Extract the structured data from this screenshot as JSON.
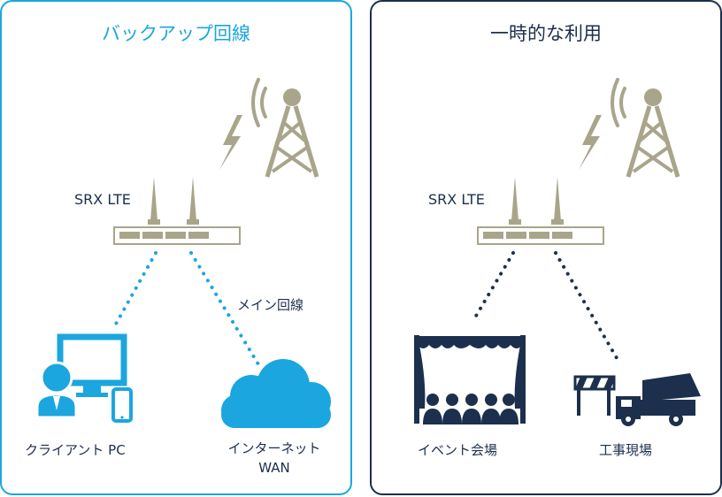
{
  "left_panel": {
    "title": "バックアップ回線",
    "router_label": "SRX LTE",
    "link_label": "メイン回線",
    "client_label": "クライアント PC",
    "wan_label_line1": "インターネット",
    "wan_label_line2": "WAN"
  },
  "right_panel": {
    "title": "一時的な利用",
    "router_label": "SRX LTE",
    "event_label": "イベント会場",
    "construction_label": "工事現場"
  },
  "colors": {
    "left_accent": "#1ba6df",
    "right_accent": "#1c2f4d",
    "tan": "#a8a58a",
    "text": "#1c2f4d"
  },
  "icons": [
    "cell-tower-icon",
    "lightning-icon",
    "router-icon",
    "computer-icon",
    "user-icon",
    "smartphone-icon",
    "cloud-icon",
    "theater-icon",
    "construction-truck-icon",
    "barrier-icon"
  ]
}
